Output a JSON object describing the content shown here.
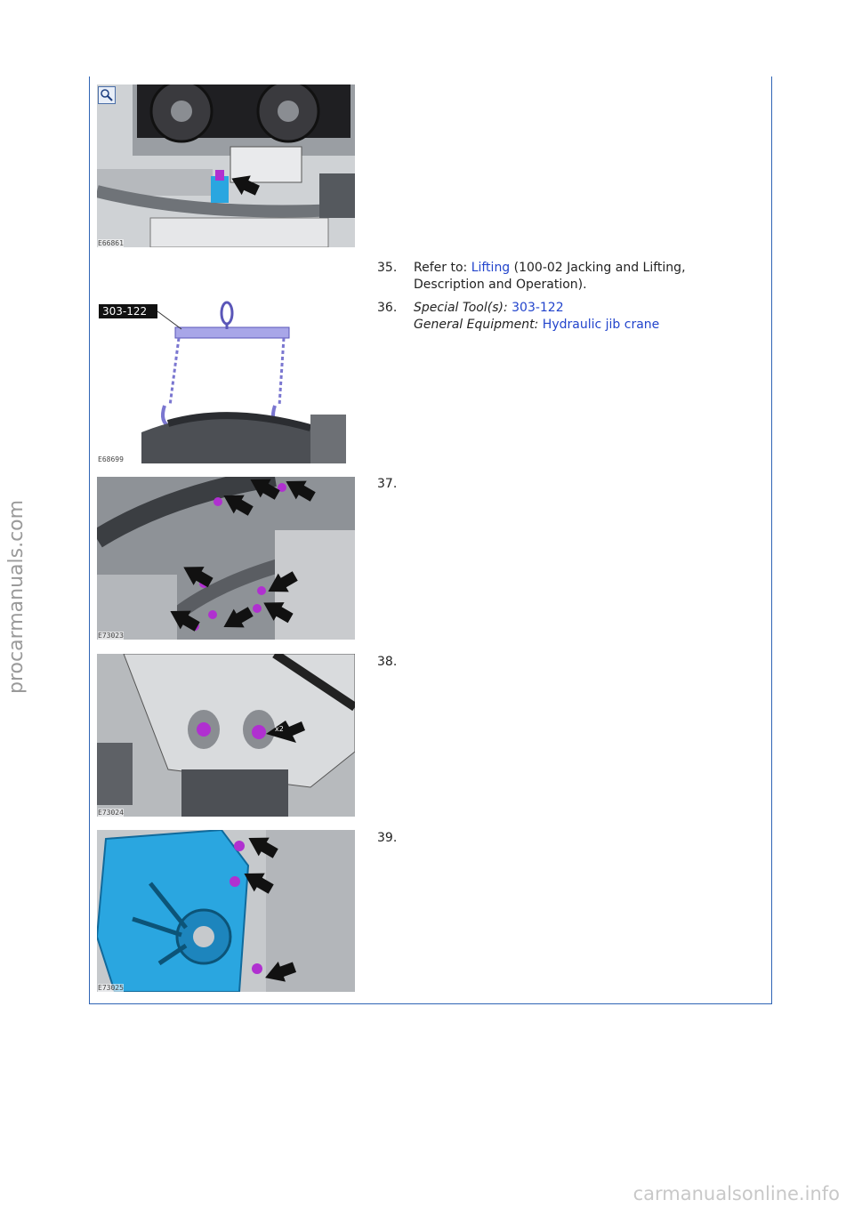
{
  "watermarks": {
    "side": "procarmanuals.com",
    "bottom": "carmanualsonline.info"
  },
  "figures": [
    {
      "label": "E66861"
    },
    {
      "label": "E68699",
      "tool_tag": "303-122"
    },
    {
      "label": "E73023"
    },
    {
      "label": "E73024",
      "multiplier": "x2"
    },
    {
      "label": "E73025"
    }
  ],
  "steps": {
    "s35": {
      "number": "35.",
      "prefix": "Refer to: ",
      "link": "Lifting",
      "suffix": " (100-02 Jacking and Lifting, Description and Operation)."
    },
    "s36": {
      "number": "36.",
      "tool_label": "Special Tool(s):",
      "tool_value": "303-122",
      "equipment_label": "General Equipment:",
      "equipment_value": "Hydraulic jib crane"
    },
    "s37": {
      "number": "37."
    },
    "s38": {
      "number": "38."
    },
    "s39": {
      "number": "39."
    }
  },
  "colors": {
    "frame": "#2f64b5",
    "link": "#2244cc",
    "highlight_purple": "#b030d0",
    "highlight_cyan": "#2aa6e0"
  }
}
